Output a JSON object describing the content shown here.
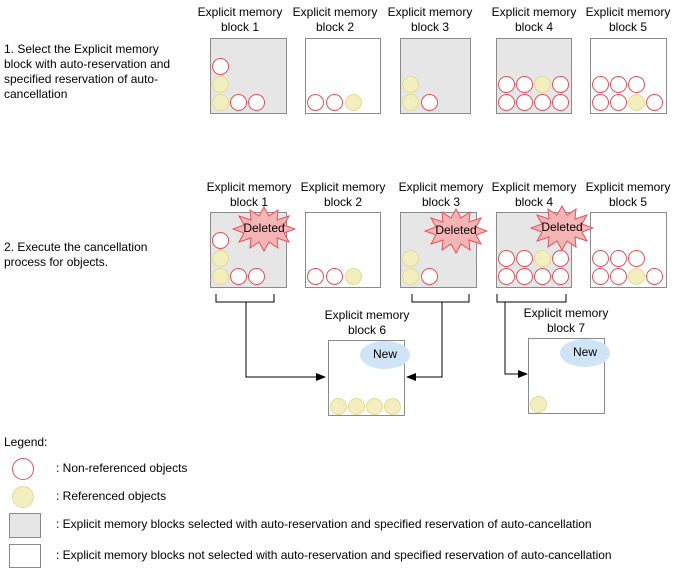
{
  "step1": {
    "text": "1. Select the Explicit memory\nblock with auto-reservation and\nspecified reservation of auto-\ncancellation"
  },
  "step2": {
    "text": "2. Execute the cancellation\nprocess for objects."
  },
  "blocks": {
    "b1": "Explicit memory\nblock 1",
    "b2": "Explicit memory\nblock 2",
    "b3": "Explicit memory\nblock 3",
    "b4": "Explicit memory\nblock 4",
    "b5": "Explicit memory\nblock 5",
    "b6": "Explicit memory\nblock 6",
    "b7": "Explicit memory\nblock 7"
  },
  "deleted_label": "Deleted",
  "new_label": "New",
  "legend": {
    "title": "Legend:",
    "non_referenced": ": Non-referenced objects",
    "referenced": ": Referenced objects",
    "selected": ": Explicit memory blocks selected with auto-reservation and specified reservation of auto-cancellation",
    "not_selected": ": Explicit memory blocks not selected with auto-reservation and specified reservation of auto-cancellation"
  },
  "colors": {
    "non_referenced_border": "#e8505a",
    "referenced_fill": "#f3eebe",
    "selected_block_fill": "#e6e6e6",
    "deleted_star_fill": "#f6b5b5",
    "deleted_star_stroke": "#e8505a",
    "new_bubble_fill": "#cfe4f7"
  }
}
